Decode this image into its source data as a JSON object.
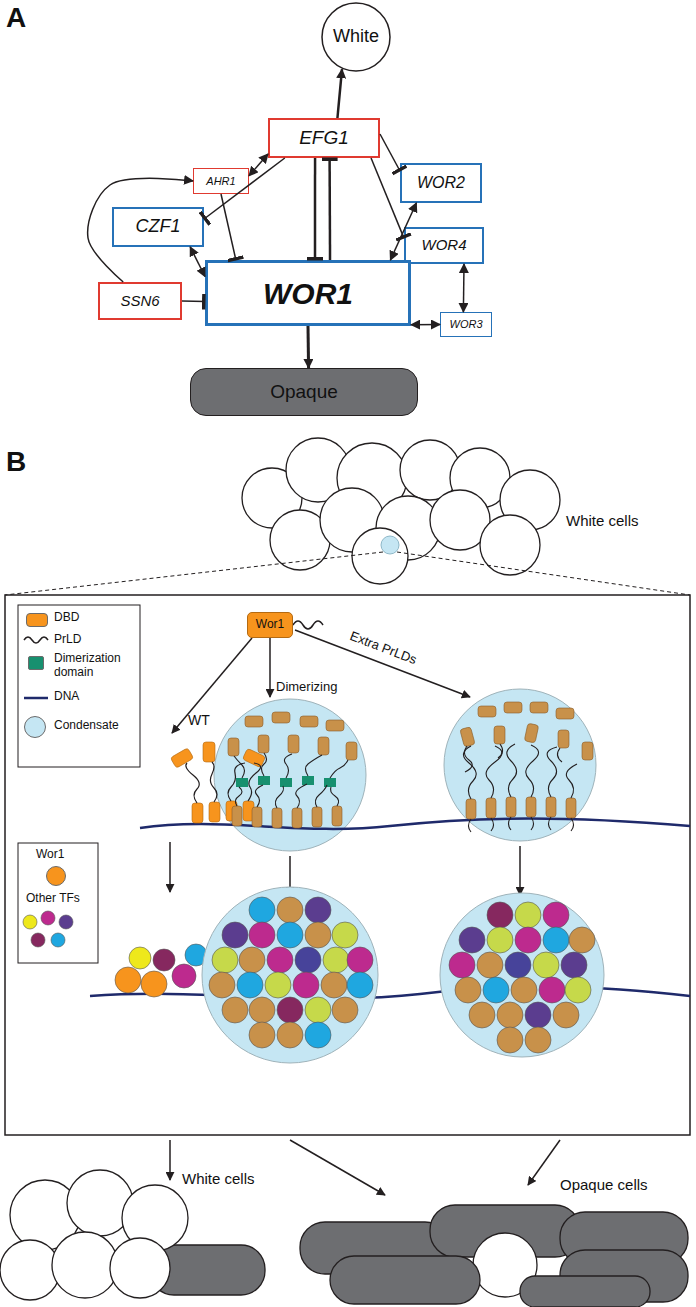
{
  "diagram": {
    "nodes": [
      {
        "text": [
          "White"
        ]
      },
      {
        "text": [
          "EFG1"
        ]
      },
      {
        "text": [
          "WOR2"
        ]
      },
      {
        "text": [
          "AHR1"
        ]
      },
      {
        "text": [
          "CZF1"
        ]
      },
      {
        "text": [
          "WOR4"
        ]
      },
      {
        "text": [
          "WOR1"
        ]
      },
      {
        "text": [
          "SSN6"
        ]
      },
      {
        "text": [
          "WOR3"
        ]
      },
      {
        "text": [
          "Opaque"
        ]
      },
      {
        "text": [
          "Wor1"
        ]
      }
    ],
    "edges": [
      {
        "from": 1,
        "to": 0,
        "arrow": "to"
      },
      {
        "from": 6,
        "to": 9,
        "arrow": "to"
      },
      {
        "from": 3,
        "to": 1,
        "arrow": "both"
      },
      {
        "from": 1,
        "to": 6,
        "arrow": "to"
      },
      {
        "from": 6,
        "to": 1,
        "arrow": "to"
      },
      {
        "from": 3,
        "to": 6,
        "arrow": "to"
      },
      {
        "from": 1,
        "to": 4,
        "arrow": "to"
      },
      {
        "from": 4,
        "to": 6,
        "arrow": "both"
      },
      {
        "from": 7,
        "to": 3,
        "arrow": "to"
      },
      {
        "from": 7,
        "to": 6,
        "arrow": "to"
      },
      {
        "from": 1,
        "to": 2,
        "arrow": "to"
      },
      {
        "from": 6,
        "to": 2,
        "arrow": "both"
      },
      {
        "from": 1,
        "to": 5,
        "arrow": "to"
      },
      {
        "from": 5,
        "to": 8,
        "arrow": "both"
      },
      {
        "from": 8,
        "to": 6,
        "arrow": "both"
      }
    ],
    "labels": [
      "A",
      "B",
      "White cells",
      "WT",
      "Dimerizing",
      "Extra PrLDs",
      "White cells",
      "Opaque cells"
    ],
    "legend": [
      {
        "text": "DBD",
        "color": "#f7941d"
      },
      {
        "text": "PrLD"
      },
      {
        "text": "Dimerization domain",
        "color": "#17906f"
      },
      {
        "text": "DNA"
      },
      {
        "text": "Condensate",
        "color": "#c5e6f3"
      },
      {
        "text": "Wor1",
        "color": "#f7941d"
      },
      {
        "text": "Other TFs"
      }
    ]
  }
}
